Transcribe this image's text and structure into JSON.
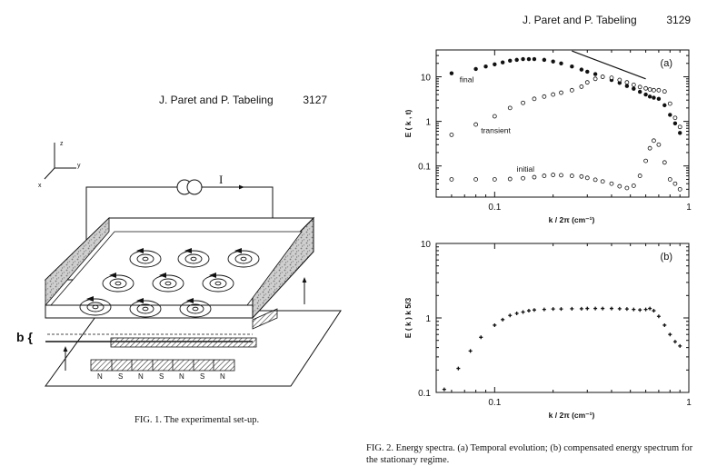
{
  "header_left": {
    "authors": "J. Paret and P. Tabeling",
    "page": "3127"
  },
  "header_right": {
    "authors": "J. Paret and P. Tabeling",
    "page": "3129"
  },
  "fig1": {
    "caption": "FIG. 1. The experimental set-up.",
    "axis_z": "z",
    "axis_y": "y",
    "axis_x": "x",
    "current_label": "I",
    "b_label": "b {",
    "magnet_poles": [
      "N",
      "S",
      "N",
      "S",
      "N",
      "S",
      "N"
    ]
  },
  "fig2_caption": "FIG. 2. Energy spectra. (a) Temporal evolution; (b) compensated energy spectrum for the stationary regime.",
  "chart_data": [
    {
      "type": "scatter",
      "panel": "(a)",
      "ylabel": "E ( k , t)",
      "xlabel": "k / 2π  (cm⁻¹)",
      "xscale": "log",
      "yscale": "log",
      "xlim": [
        0.05,
        1
      ],
      "ylim": [
        0.02,
        40
      ],
      "x_ticks": [
        "0.1",
        "1"
      ],
      "y_ticks": [
        "10",
        "1",
        "0.1"
      ],
      "annotations": [
        "final",
        "transient",
        "initial"
      ],
      "series": [
        {
          "name": "final",
          "marker": "filled",
          "x": [
            0.06,
            0.08,
            0.09,
            0.1,
            0.11,
            0.12,
            0.13,
            0.14,
            0.15,
            0.16,
            0.18,
            0.2,
            0.22,
            0.25,
            0.28,
            0.3,
            0.33,
            0.36,
            0.4,
            0.44,
            0.48,
            0.52,
            0.56,
            0.6,
            0.63,
            0.66,
            0.7,
            0.75,
            0.8,
            0.85,
            0.9
          ],
          "y": [
            12,
            15,
            17,
            19,
            21,
            23,
            24,
            25,
            25,
            25,
            24,
            22,
            20,
            17,
            14.5,
            13,
            11.5,
            10,
            8.5,
            7.3,
            6.2,
            5.4,
            4.6,
            4,
            3.6,
            3.4,
            3.2,
            2.3,
            1.4,
            0.9,
            0.55
          ]
        },
        {
          "name": "transient",
          "marker": "open",
          "x": [
            0.06,
            0.08,
            0.1,
            0.12,
            0.14,
            0.16,
            0.18,
            0.2,
            0.22,
            0.25,
            0.28,
            0.3,
            0.33,
            0.36,
            0.4,
            0.44,
            0.48,
            0.52,
            0.56,
            0.6,
            0.63,
            0.66,
            0.7,
            0.75,
            0.8,
            0.85,
            0.9
          ],
          "y": [
            0.5,
            0.85,
            1.3,
            2,
            2.6,
            3.2,
            3.6,
            4,
            4.4,
            5,
            6,
            7.5,
            9,
            10,
            9.5,
            8.5,
            7.5,
            6.6,
            5.9,
            5.5,
            5.2,
            5,
            5,
            4.7,
            2.5,
            1.2,
            0.75
          ]
        },
        {
          "name": "initial",
          "marker": "open",
          "x": [
            0.06,
            0.08,
            0.1,
            0.12,
            0.14,
            0.16,
            0.18,
            0.2,
            0.22,
            0.25,
            0.28,
            0.3,
            0.33,
            0.36,
            0.4,
            0.44,
            0.48,
            0.52,
            0.56,
            0.6,
            0.63,
            0.66,
            0.7,
            0.75,
            0.8,
            0.85,
            0.9
          ],
          "y": [
            0.05,
            0.05,
            0.05,
            0.051,
            0.053,
            0.056,
            0.06,
            0.063,
            0.062,
            0.06,
            0.058,
            0.054,
            0.049,
            0.045,
            0.04,
            0.035,
            0.032,
            0.036,
            0.06,
            0.13,
            0.25,
            0.37,
            0.3,
            0.12,
            0.05,
            0.04,
            0.03
          ]
        }
      ]
    },
    {
      "type": "scatter",
      "panel": "(b)",
      "ylabel": "E ( k ) k 5/3",
      "xlabel": "k / 2π   (cm⁻¹)",
      "xscale": "log",
      "yscale": "log",
      "xlim": [
        0.05,
        1
      ],
      "ylim": [
        0.1,
        10
      ],
      "x_ticks": [
        "0.1",
        "1"
      ],
      "y_ticks": [
        "10",
        "1",
        "0.1"
      ],
      "series": [
        {
          "name": "",
          "marker": "plus",
          "x": [
            0.055,
            0.065,
            0.075,
            0.085,
            0.1,
            0.11,
            0.12,
            0.13,
            0.14,
            0.15,
            0.16,
            0.18,
            0.2,
            0.22,
            0.25,
            0.28,
            0.3,
            0.33,
            0.36,
            0.4,
            0.44,
            0.48,
            0.52,
            0.56,
            0.6,
            0.63,
            0.66,
            0.7,
            0.75,
            0.8,
            0.85,
            0.9
          ],
          "y": [
            0.11,
            0.21,
            0.36,
            0.55,
            0.8,
            0.95,
            1.08,
            1.15,
            1.2,
            1.25,
            1.28,
            1.3,
            1.32,
            1.32,
            1.33,
            1.33,
            1.34,
            1.34,
            1.34,
            1.34,
            1.33,
            1.32,
            1.3,
            1.28,
            1.3,
            1.34,
            1.25,
            1.05,
            0.8,
            0.6,
            0.48,
            0.42
          ]
        }
      ]
    }
  ]
}
